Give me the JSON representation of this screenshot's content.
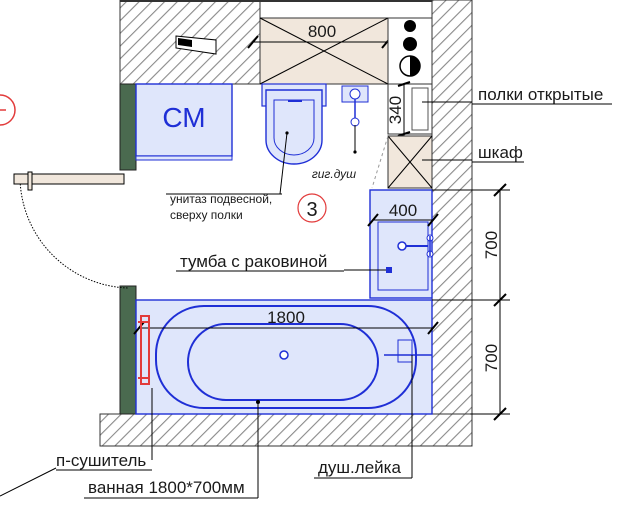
{
  "dimensions": {
    "shelf_width": "800",
    "shelf_depth": "340",
    "vanity_width": "400",
    "vanity_depth": "700",
    "bath_length": "1800",
    "bath_width": "700"
  },
  "labels": {
    "washer": "СМ",
    "open_shelves": "полки открытые",
    "cabinet": "шкаф",
    "hygienic_shower": "гиг.душ",
    "toilet_line1": "унитаз подвесной,",
    "toilet_line2": "сверху полки",
    "vanity": "тумба с раковиной",
    "towel_rail": "п-сушитель",
    "bathtub": "ванная 1800*700мм",
    "shower_head": "душ.лейка",
    "marker_number": "3"
  },
  "colors": {
    "wall_hatch": "#8a8a8a",
    "fixture_fill": "#dfe6fb",
    "fixture_stroke": "#1f2fd6",
    "furniture_fill": "#f1e7dc",
    "door_trim": "#4a6a4f",
    "towel_rail": "#e23b3b",
    "marker_ring": "#e23b3b"
  }
}
